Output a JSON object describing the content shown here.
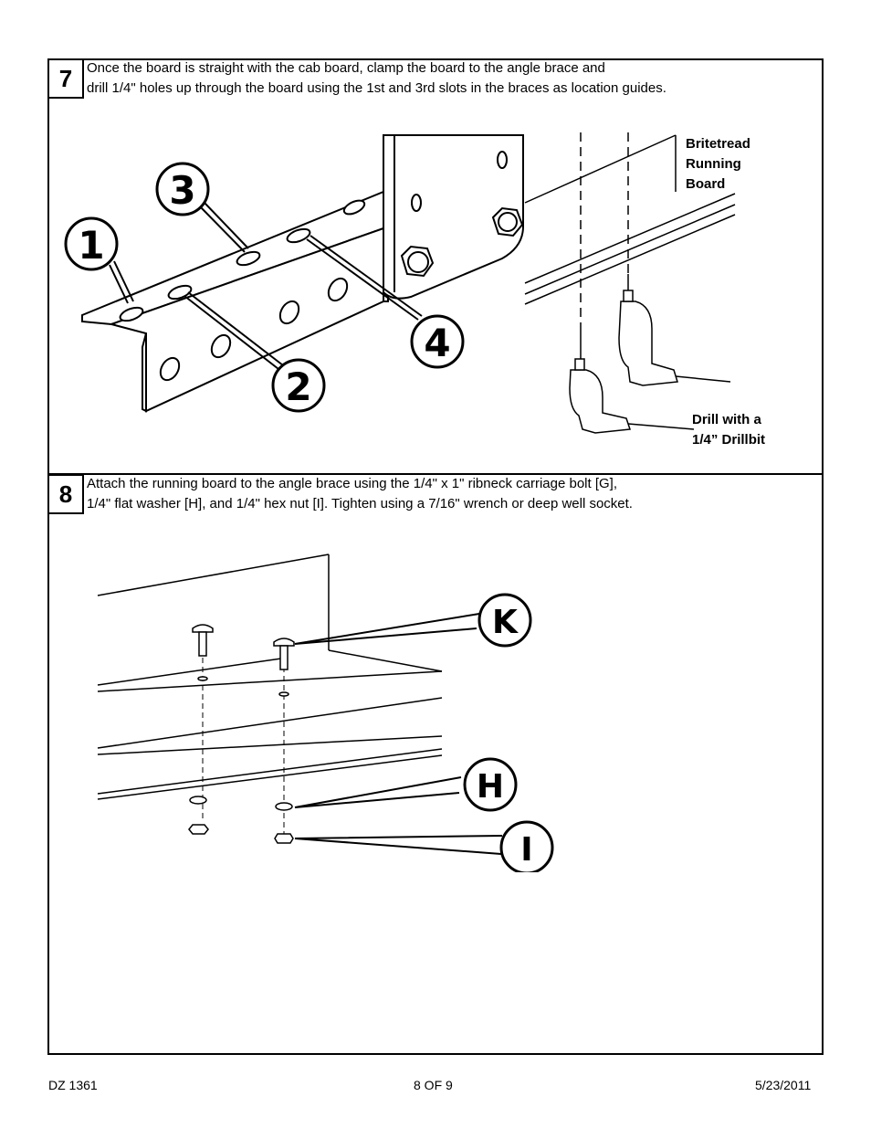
{
  "steps": [
    {
      "number": "7",
      "lines": [
        "Once the board is straight with the cab board, clamp the board to the angle brace and",
        "drill 1/4\" holes up through the board using the 1st and 3rd slots in the braces as location guides."
      ],
      "figure": {
        "callouts": [
          "1",
          "2",
          "3",
          "4"
        ],
        "label_board": [
          "Britetread",
          "Running",
          "Board"
        ],
        "label_drill": [
          "Drill with a",
          "1/4” Drillbit"
        ]
      }
    },
    {
      "number": "8",
      "lines": [
        "Attach the running board to the angle brace using the 1/4\" x 1\" ribneck carriage bolt [G],",
        "1/4\" flat washer [H], and 1/4\" hex nut [I].  Tighten using a 7/16\" wrench or deep well socket."
      ],
      "figure": {
        "callouts": [
          "K",
          "H",
          "I"
        ]
      }
    }
  ],
  "footer": {
    "doc_id": "DZ 1361",
    "page": "8 OF 9",
    "date": "5/23/2011"
  }
}
